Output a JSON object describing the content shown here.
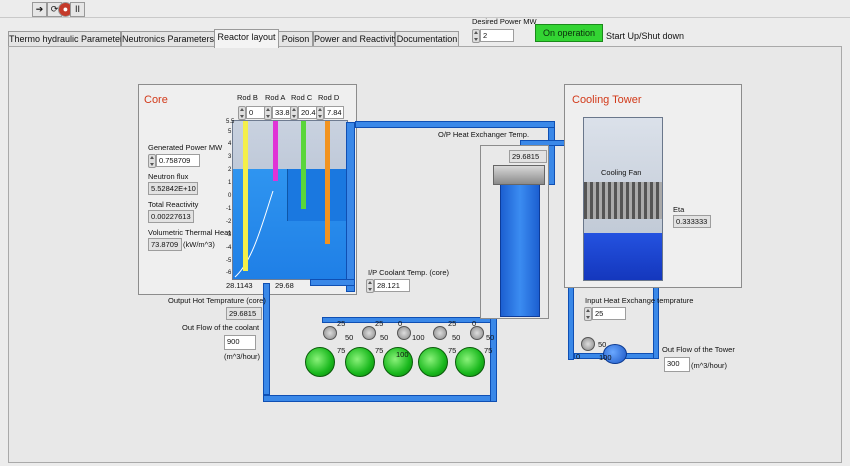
{
  "toolbar": {
    "run_icon": "arrow-right-icon",
    "pause_label": "II"
  },
  "tabs": [
    {
      "label": "Thermo hydraulic Parameters"
    },
    {
      "label": "Neutronics  Parameters"
    },
    {
      "label": "Reactor layout"
    },
    {
      "label": "Poison"
    },
    {
      "label": "Power and Reactivity"
    },
    {
      "label": "Documentation"
    }
  ],
  "controls": {
    "desired_power_label": "Desired Power MW",
    "desired_power_value": "2",
    "operation_button": "On operation",
    "startup_label": "Start Up/Shut down"
  },
  "core": {
    "title": "Core",
    "rods": [
      {
        "label": "Rod B",
        "value": "0",
        "color": "#f4ef4a",
        "level": 0.95
      },
      {
        "label": "Rod A",
        "value": "33.8",
        "color": "#e033d6",
        "level": 0.38
      },
      {
        "label": "Rod C",
        "value": "20.4",
        "color": "#5ad63a",
        "level": 0.56
      },
      {
        "label": "Rod D",
        "value": "7.84",
        "color": "#f2931f",
        "level": 0.78
      }
    ],
    "scale": [
      "5.5",
      "5",
      "4",
      "3",
      "2",
      "1",
      "0",
      "-1",
      "-2",
      "-3",
      "-4",
      "-5",
      "-6"
    ],
    "generated_power_label": "Generated Power MW",
    "generated_power_value": "0.758709",
    "neutron_flux_label": "Neutron flux",
    "neutron_flux_value": "5.52842E+10",
    "total_reactivity_label": "Total Reactivity",
    "total_reactivity_value": "0.00227613",
    "volumetric_heat_label": "Volumetric Thermal Heat",
    "volumetric_heat_value": "73.8709",
    "volumetric_heat_unit": "(kW/m^3)",
    "bottom_left_value": "28.1143",
    "bottom_mid_value": "29.68"
  },
  "inlet": {
    "label": "I/P Coolant Temp. (core)",
    "value": "28.121"
  },
  "outlet": {
    "label": "Output Hot Temprature (core)",
    "value": "29.6815"
  },
  "coolant_flow": {
    "label": "Out Flow of the coolant",
    "value": "900",
    "unit": "(m^3/hour)"
  },
  "heat_exchanger": {
    "label": "O/P Heat Exchanger Temp.",
    "value": "29.6815"
  },
  "pumps": [
    {
      "top": "25",
      "side": "50",
      "bottom": "75"
    },
    {
      "top": "25",
      "side": "50",
      "bottom": "75"
    },
    {
      "top": "0",
      "side": "100",
      "bottom": "100"
    },
    {
      "top": "25",
      "side": "50",
      "bottom": "75"
    },
    {
      "top": "0",
      "side": "50",
      "bottom": "75"
    }
  ],
  "cooling_tower": {
    "title": "Cooling Tower",
    "fan_label": "Cooling Fan",
    "eta_label": "Eta",
    "eta_value": "0.333333",
    "input_temp_label": "Input Heat Exchange temprature",
    "input_temp_value": "25",
    "outflow_label": "Out Flow of the Tower",
    "outflow_value": "300",
    "outflow_unit": "(m^3/hour)",
    "pump_top": "50",
    "pump_left": "0",
    "pump_bottom": "100"
  }
}
